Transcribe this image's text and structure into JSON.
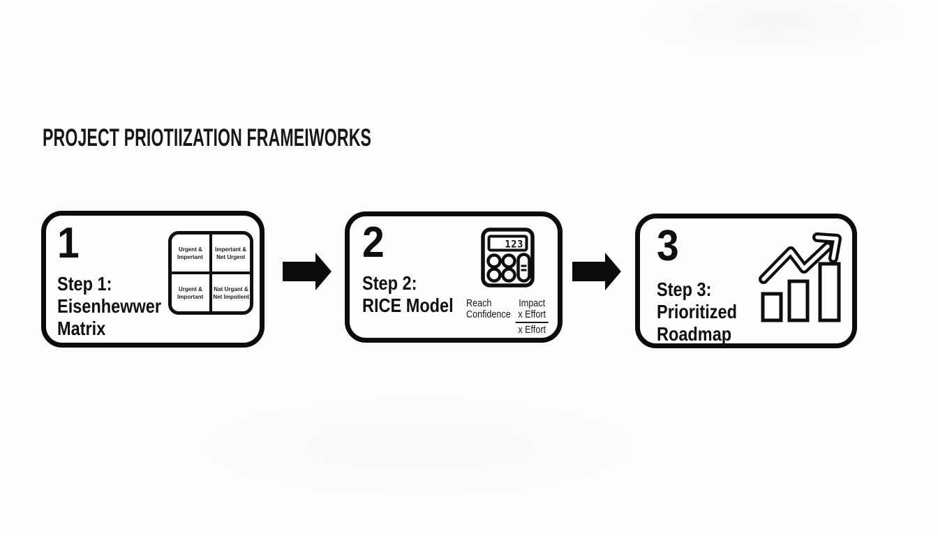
{
  "title": "PROJECT PRIOTIIZATION FRAMEIWORKS",
  "colors": {
    "ink": "#121212",
    "background": "#fcfdfd"
  },
  "steps": [
    {
      "number": "1",
      "label_lines": [
        "Step 1:",
        "Eisenhewwer",
        "Matrix"
      ],
      "icon": "eisenhower-matrix-icon",
      "matrix_quadrants": [
        {
          "lines": [
            "Urgent &",
            "Impertant"
          ]
        },
        {
          "lines": [
            "Impertant &",
            "Net Urgent"
          ]
        },
        {
          "lines": [
            "Urgent &",
            "Important"
          ]
        },
        {
          "lines": [
            "Nat Urgant &",
            "Net Impotient"
          ]
        }
      ]
    },
    {
      "number": "2",
      "label_lines": [
        "Step 2:",
        "RICE Model"
      ],
      "icon": "calculator-icon",
      "calculator_display": "123",
      "formula": {
        "left_lines": [
          "Reach",
          "Confidence"
        ],
        "numerator_lines": [
          "Impact",
          "x Effort"
        ],
        "denominator": "x Effort"
      }
    },
    {
      "number": "3",
      "label_lines": [
        "Step 3:",
        "Prioritized",
        "Roadmap"
      ],
      "icon": "growth-chart-icon"
    }
  ],
  "connectors": [
    "arrow-right",
    "arrow-right"
  ]
}
